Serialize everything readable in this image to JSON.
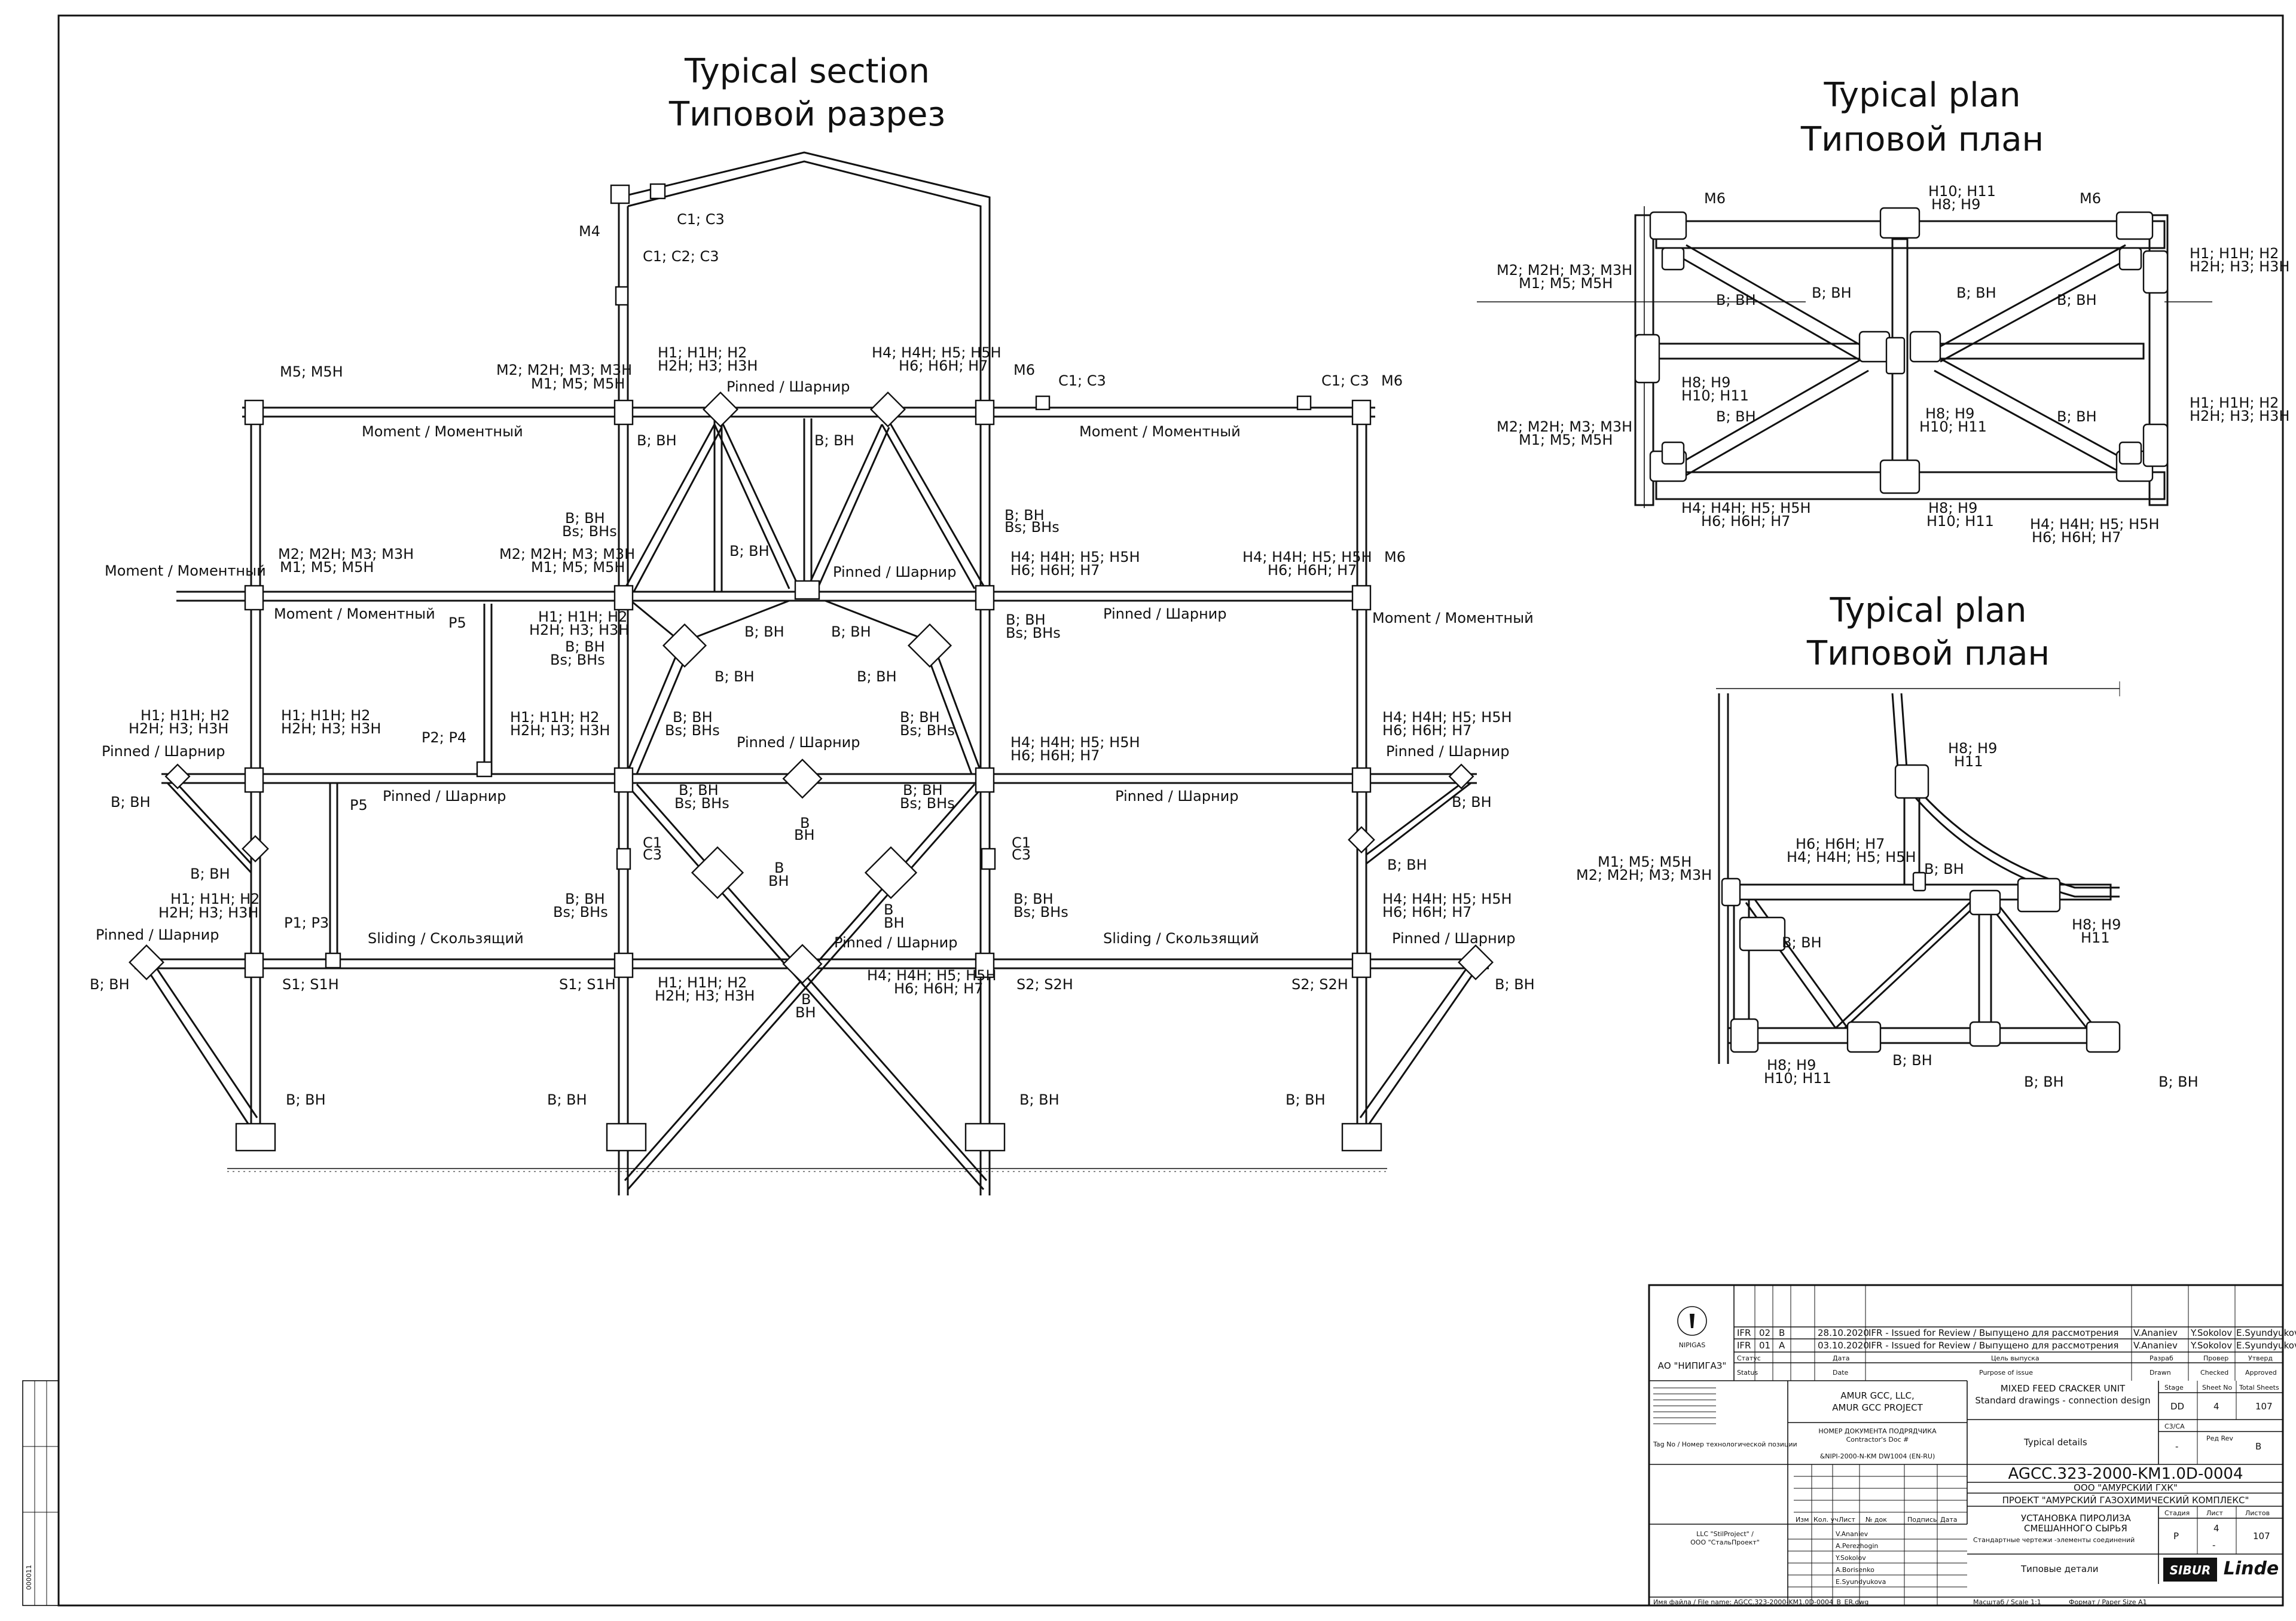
{
  "titles": {
    "section_en": "Typical section",
    "section_ru": "Типовой разрез",
    "plan1_en": "Typical plan",
    "plan1_ru": "Типовой план",
    "plan2_en": "Typical plan",
    "plan2_ru": "Типовой план"
  },
  "section_labels": {
    "m4": "M4",
    "c1c3_top": "C1; C3",
    "c1c2c3": "C1; C2; C3",
    "m5m5h": "M5; M5H",
    "m2_r1a": "M2; M2H; M3; M3H",
    "m2_r1b": "M1; M5; M5H",
    "h1_r1a": "H1; H1H; H2",
    "h1_r1b": "H2H; H3; H3H",
    "h4_r1a": "H4; H4H; H5; H5H",
    "h4_r1b": "H6; H6H; H7",
    "m6_a": "M6",
    "c1c3_a": "C1; C3",
    "c1c3_b": "C1; C3",
    "m6_b": "M6",
    "pinned_1": "Pinned / Шарнир",
    "moment_1": "Moment / Моментный",
    "moment_2": "Moment / Моментный",
    "bbh_1": "B; BH",
    "bbh_2": "B; BH",
    "bbh_3": "B; BH",
    "bbh_4": "B; BH",
    "bbhs_1a": "B; BH",
    "bbhs_1b": "Bs; BHs",
    "bbhs_2a": "B; BH",
    "bbhs_2b": "Bs; BHs",
    "moment_left": "Moment / Моментный",
    "m2_r2a": "M2; M2H; M3; M3H",
    "m2_r2b": "M1; M5; M5H",
    "m2_r2c": "M2; M2H; M3; M3H",
    "m2_r2d": "M1; M5; M5H",
    "pinned_2": "Pinned / Шарнир",
    "h4_r2a": "H4; H4H; H5; H5H",
    "h4_r2b": "H6; H6H; H7",
    "h4_r2c": "H4; H4H; H5; H5H",
    "h4_r2d": "H6; H6H; H7",
    "m6_c": "M6",
    "moment_3": "Moment / Моментный",
    "p5_a": "P5",
    "h1_r2a": "H1; H1H; H2",
    "h1_r2b": "H2H; H3; H3H",
    "bbhs_3a": "B; BH",
    "bbhs_3b": "Bs; BHs",
    "bbh_5": "B; BH",
    "bbh_6": "B; BH",
    "bbh_7": "B; BH",
    "bbh_8": "B; BH",
    "bbhs_4a": "B; BH",
    "bbhs_4b": "Bs; BHs",
    "pinned_3": "Pinned / Шарнир",
    "moment_4": "Moment / Моментный",
    "h1_l3a": "H1; H1H; H2",
    "h1_l3b": "H2H; H3; H3H",
    "h1_m3a": "H1; H1H; H2",
    "h1_m3b": "H2H; H3; H3H",
    "p2p4": "P2; P4",
    "h1_c3a": "H1; H1H; H2",
    "h1_c3b": "H2H; H3; H3H",
    "bbhs_5a": "B; BH",
    "bbhs_5b": "Bs; BHs",
    "pinned_4": "Pinned / Шарнир",
    "bbhs_6a": "B; BH",
    "bbhs_6b": "Bs; BHs",
    "h4_r3a": "H4; H4H; H5; H5H",
    "h4_r3b": "H6; H6H; H7",
    "h4_r3c": "H4; H4H; H5; H5H",
    "h4_r3d": "H6; H6H; H7",
    "pinned_l3": "Pinned / Шарнир",
    "pinned_r3": "Pinned / Шарнир",
    "bbh_l3": "B; BH",
    "bbh_r3": "B; BH",
    "p5_b": "P5",
    "pinned_5": "Pinned / Шарнир",
    "pinned_6": "Pinned / Шарнир",
    "bbhs_7a": "B; BH",
    "bbhs_7b": "Bs; BHs",
    "bbhs_8a": "B; BH",
    "bbhs_8b": "Bs; BHs",
    "b_x1a": "B",
    "b_x1b": "BH",
    "b_x2a": "B",
    "b_x2b": "BH",
    "b_x3a": "B",
    "b_x3b": "BH",
    "c1c3_c": "C1",
    "c1c3_c2": "C3",
    "c1c3_d": "C1",
    "c1c3_d2": "C3",
    "bbh_l4": "B; BH",
    "bbh_r4": "B; BH",
    "h1_l4a": "H1; H1H; H2",
    "h1_l4b": "H2H; H3; H3H",
    "p1p3": "P1; P3",
    "pinned_l4": "Pinned / Шарнир",
    "sliding_1": "Sliding  / Скользящий",
    "bbhs_9a": "B; BH",
    "bbhs_9b": "Bs; BHs",
    "bbhs_10a": "B; BH",
    "bbhs_10b": "Bs; BHs",
    "pinned_7": "Pinned / Шарнир",
    "sliding_2": "Sliding  / Скользящий",
    "h4_r4a": "H4; H4H; H5; H5H",
    "h4_r4b": "H6; H6H; H7",
    "pinned_r4": "Pinned / Шарнир",
    "bbh_l5": "B; BH",
    "s1s1h_a": "S1; S1H",
    "s1s1h_b": "S1; S1H",
    "h1_c5a": "H1; H1H; H2",
    "h1_c5b": "H2H; H3; H3H",
    "h4_c5a": "H4; H4H; H5; H5H",
    "h4_c5b": "H6; H6H; H7",
    "s2s2h_a": "S2; S2H",
    "s2s2h_b": "S2; S2H",
    "bbh_r5": "B; BH",
    "b_x4a": "B",
    "b_x4b": "BH",
    "bbh_b1": "B; BH",
    "bbh_b2": "B; BH",
    "bbh_b3": "B; BH",
    "bbh_b4": "B; BH"
  },
  "plan1_labels": {
    "m6_l": "M6",
    "h10_top_a": "H10; H11",
    "h10_top_b": "H8; H9",
    "m6_r": "M6",
    "m2_l1a": "M2; M2H; M3; M3H",
    "m2_l1b": "M1; M5; M5H",
    "bbh_1": "B; BH",
    "bbh_2": "B; BH",
    "bbh_3": "B; BH",
    "bbh_4": "B; BH",
    "h1_r1a": "H1; H1H; H2",
    "h1_r1b": "H2H; H3; H3H",
    "h8_l_a": "H8; H9",
    "h8_l_b": "H10; H11",
    "h8_c_a": "H8; H9",
    "h8_c_b": "H10; H11",
    "m2_l2a": "M2; M2H; M3; M3H",
    "m2_l2b": "M1; M5; M5H",
    "bbh_5": "B; BH",
    "bbh_6": "B; BH",
    "h1_r2a": "H1; H1H; H2",
    "h1_r2b": "H2H; H3; H3H",
    "h4_la": "H4; H4H; H5; H5H",
    "h4_lb": "H6; H6H; H7",
    "h8_bot_a": "H8; H9",
    "h8_bot_b": "H10; H11",
    "h4_ra": "H4; H4H; H5; H5H",
    "h4_rb": "H6; H6H; H7"
  },
  "plan2_labels": {
    "h8_top_a": "H8; H9",
    "h8_top_b": "H11",
    "m1_a": "M1; M5; M5H",
    "m1_b": "M2; M2H; M3; M3H",
    "h6_a": "H6; H6H; H7",
    "h6_b": "H4; H4H; H5; H5H",
    "bbh_1": "B; BH",
    "bbh_2": "B; BH",
    "h8_mid_a": "H8; H9",
    "h8_mid_b": "H11",
    "h8_bot_a": "H8; H9",
    "h8_bot_b": "H10; H11",
    "bbh_3": "B; BH",
    "bbh_4": "B; BH",
    "bbh_5": "B; BH"
  },
  "title_block": {
    "org_name": "АО \"НИПИГАЗ\"",
    "logo_text": "NIPIGAS",
    "rev_rows": [
      {
        "status": "IFR",
        "num": "02",
        "letter": "B",
        "date": "28.10.2020",
        "purpose": "IFR - Issued for Review / Выпущено для рассмотрения",
        "drawn": "V.Ananiev",
        "checked": "Y.Sokolov",
        "approved": "E.Syundyukova"
      },
      {
        "status": "IFR",
        "num": "01",
        "letter": "A",
        "date": "03.10.2020",
        "purpose": "IFR - Issued for Review / Выпущено для рассмотрения",
        "drawn": "V.Ananiev",
        "checked": "Y.Sokolov",
        "approved": "E.Syundyukova"
      }
    ],
    "rev_head": {
      "status": "Status",
      "purpose": "Purpose of issue",
      "drawn": "Drawn",
      "checked": "Checked",
      "approved": "Approved",
      "date": "Date",
      "date_ru": "Дата",
      "purpose_ru": "Цель выпуска",
      "drawn_ru": "Разраб",
      "checked_ru": "Провер",
      "approved_ru": "Утверд",
      "status_ru": "Статус"
    },
    "client_1": "AMUR GCC, LLC,",
    "client_2": "AMUR GCC PROJECT",
    "contractor_ru": "НОМЕР ДОКУМЕНТА ПОДРЯДЧИКА",
    "contractor_en": "Contractor's Doc #",
    "contractor_num": "&NIPI-2000-N-KM DW1004 (EN-RU)",
    "tag_no": "Tag No / Номер технологической позиции",
    "unit_title": "MIXED FEED CRACKER UNIT",
    "unit_sub": "Standard drawings - connection design",
    "typical": "Typical details",
    "stage_h": "Stage",
    "sheet_h": "Sheet No",
    "total_h": "Total Sheets",
    "stage_v": "DD",
    "sheet_v": "4",
    "total_v": "107",
    "c3ca": "C3/CA",
    "rev_h": "Ред Rev",
    "rev_v": "B",
    "dash": "-",
    "doc_num": "AGCC.323-2000-KM1.0D-0004",
    "ooo": "ООО \"АМУРСКИЙ ГХК\"",
    "project_ru": "ПРОЕКТ \"АМУРСКИЙ ГАЗОХИМИЧЕСКИЙ КОМПЛЕКС\"",
    "ustanovka": "УСТАНОВКА ПИРОЛИЗА",
    "smesh": "СМЕШАННОГО СЫРЬЯ",
    "std_ru": "Стандартные чертежи -элементы соединений",
    "tipovye": "Типовые детали",
    "stadiya": "Стадия",
    "list": "Лист",
    "listov": "Листов",
    "stadiya_v": "P",
    "list_v": "4",
    "listov_v": "107",
    "stage_dash": "-",
    "sibur": "SIBUR",
    "linde": "Linde",
    "names": [
      "V.Ananiev",
      "A.Perezhogin",
      "Y.Sokolov",
      "A.Borisenko",
      "E.Syundyukova"
    ],
    "stilgroup_1": "LLC \"StilProject\" /",
    "stilgroup_2": "ООО \"СтальПроект\"",
    "file_name": "Имя файла / File name: AGCC.323-2000-KM1.0D-0004_B_ER.dwg",
    "scale": "Масштаб / Scale 1:1",
    "format": "Формат / Paper Size A1",
    "side_1": "000011",
    "col_izm": "Изм",
    "col_koluch": "Кол. уч",
    "col_list": "Лист",
    "col_ndok": "№ док",
    "col_podp": "Подпись",
    "col_data": "Дата"
  }
}
